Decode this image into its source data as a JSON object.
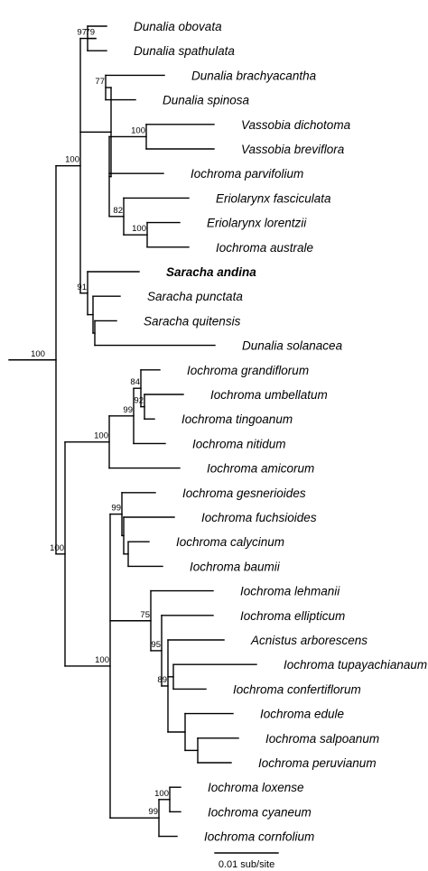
{
  "taxa": [
    {
      "id": "dob",
      "label": "Dunalia obovata"
    },
    {
      "id": "dsp",
      "label": "Dunalia spathulata"
    },
    {
      "id": "dbr",
      "label": "Dunalia brachyacantha"
    },
    {
      "id": "dspi",
      "label": "Dunalia spinosa"
    },
    {
      "id": "vdi",
      "label": "Vassobia dichotoma"
    },
    {
      "id": "vbr",
      "label": "Vassobia breviflora"
    },
    {
      "id": "ipa",
      "label": "Iochroma parvifolium"
    },
    {
      "id": "efa",
      "label": "Eriolarynx fasciculata"
    },
    {
      "id": "elo",
      "label": "Eriolarynx lorentzii"
    },
    {
      "id": "iau",
      "label": "Iochroma australe"
    },
    {
      "id": "san",
      "label": "Saracha andina",
      "emphasis": "bold"
    },
    {
      "id": "spu",
      "label": "Saracha punctata"
    },
    {
      "id": "squ",
      "label": "Saracha quitensis"
    },
    {
      "id": "dso",
      "label": "Dunalia solanacea"
    },
    {
      "id": "igr",
      "label": "Iochroma grandiflorum"
    },
    {
      "id": "ium",
      "label": "Iochroma umbellatum"
    },
    {
      "id": "iti",
      "label": "Iochroma tingoanum"
    },
    {
      "id": "ini",
      "label": "Iochroma nitidum"
    },
    {
      "id": "iam",
      "label": "Iochroma amicorum"
    },
    {
      "id": "ige",
      "label": "Iochroma gesnerioides"
    },
    {
      "id": "ifu",
      "label": "Iochroma fuchsioides"
    },
    {
      "id": "ica",
      "label": "Iochroma calycinum"
    },
    {
      "id": "iba",
      "label": "Iochroma baumii"
    },
    {
      "id": "ile",
      "label": "Iochroma lehmanii"
    },
    {
      "id": "iel",
      "label": "Iochroma ellipticum"
    },
    {
      "id": "aar",
      "label": "Acnistus arborescens"
    },
    {
      "id": "itu",
      "label": "Iochroma tupayachianaum"
    },
    {
      "id": "ico",
      "label": "Iochroma confertiflorum"
    },
    {
      "id": "ied",
      "label": "Iochroma edule"
    },
    {
      "id": "isa",
      "label": "Iochroma salpoanum"
    },
    {
      "id": "ipe",
      "label": "Iochroma peruvianum"
    },
    {
      "id": "ilo",
      "label": "Iochroma loxense"
    },
    {
      "id": "icy",
      "label": "Iochroma cyaneum"
    },
    {
      "id": "icr",
      "label": "Iochroma cornfolium"
    }
  ],
  "support_values": [
    "97",
    "79",
    "77",
    "100",
    "82",
    "100",
    "100",
    "91",
    "100",
    "84",
    "99",
    "92",
    "100",
    "99",
    "100",
    "75",
    "95",
    "89",
    "100",
    "99"
  ],
  "scale_bar": {
    "label": "0.01 sub/site"
  }
}
